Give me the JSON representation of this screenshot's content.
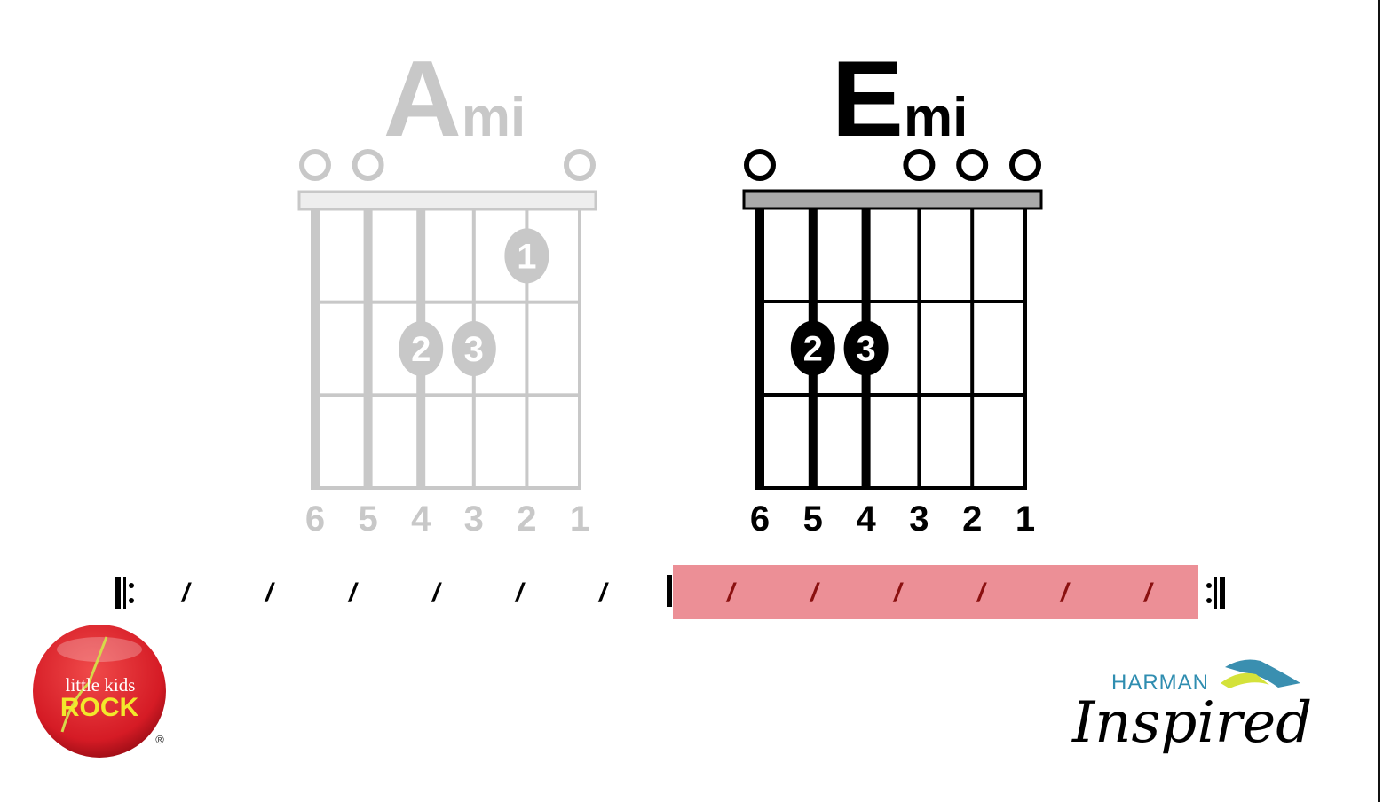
{
  "chords": [
    {
      "root": "A",
      "quality": "mi",
      "active": false,
      "color": "#c8c8c8",
      "open_strings": [
        6,
        5,
        1
      ],
      "fingers": [
        {
          "string": 2,
          "fret": 1,
          "finger": "1"
        },
        {
          "string": 4,
          "fret": 2,
          "finger": "2"
        },
        {
          "string": 3,
          "fret": 2,
          "finger": "3"
        }
      ],
      "string_labels": [
        "6",
        "5",
        "4",
        "3",
        "2",
        "1"
      ]
    },
    {
      "root": "E",
      "quality": "mi",
      "active": true,
      "color": "#000000",
      "open_strings": [
        6,
        3,
        2,
        1
      ],
      "fingers": [
        {
          "string": 5,
          "fret": 2,
          "finger": "2"
        },
        {
          "string": 4,
          "fret": 2,
          "finger": "3"
        }
      ],
      "string_labels": [
        "6",
        "5",
        "4",
        "3",
        "2",
        "1"
      ]
    }
  ],
  "rhythm": {
    "beats_per_measure": 6,
    "measures": 2,
    "slash": "/",
    "current_measure": 2,
    "highlight_color": "#ec8f96",
    "slash_color_highlight": "#8a1010"
  },
  "logos": {
    "left": {
      "line1": "little kids",
      "line2": "ROCK",
      "mark": "®"
    },
    "right": {
      "line1": "HARMAN",
      "line2": "Inspired"
    }
  }
}
